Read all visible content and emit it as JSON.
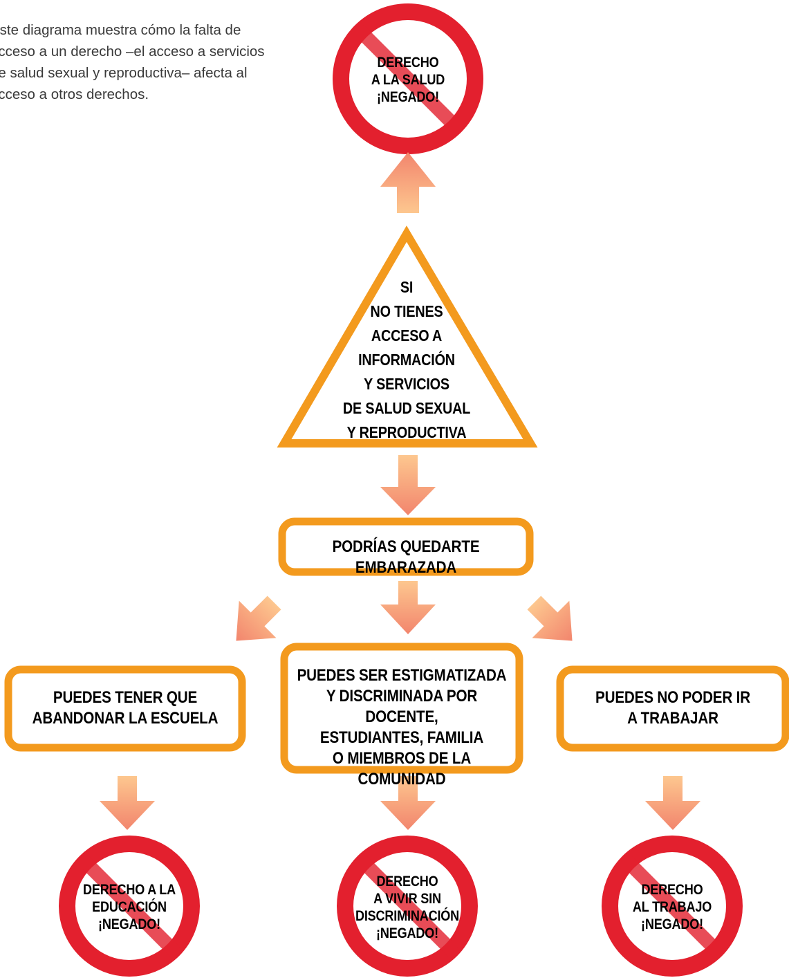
{
  "intro": "Este diagrama muestra cómo la falta de acceso a un derecho –el acceso a servicios de salud sexual y reproductiva– afecta al acceso a otros derechos.",
  "signs": {
    "top": "DERECHO\nA LA SALUD\n¡NEGADO!",
    "left": "DERECHO A LA\nEDUCACIÓN\n¡NEGADO!",
    "center": "DERECHO\nA VIVIR SIN\nDISCRIMINACIÓN\n¡NEGADO!",
    "right": "DERECHO\nAL TRABAJO\n¡NEGADO!"
  },
  "triangle": "SI\nNO TIENES\nACCESO A\nINFORMACIÓN\nY SERVICIOS\nDE SALUD SEXUAL\nY REPRODUCTIVA",
  "boxes": {
    "pregnant": "PODRÍAS QUEDARTE EMBARAZADA",
    "school": "PUEDES TENER QUE\nABANDONAR LA ESCUELA",
    "stigma": "PUEDES SER ESTIGMATIZADA\nY DISCRIMINADA POR DOCENTE,\nESTUDIANTES, FAMILIA\nO MIEMBROS DE LA COMUNIDAD",
    "work": "PUEDES NO PODER IR\nA TRABAJAR"
  },
  "colors": {
    "prohibition_red": "#e3202e",
    "box_orange": "#f39a1e",
    "arrow_light": "#fdc78f",
    "arrow_dark": "#f2856d"
  }
}
